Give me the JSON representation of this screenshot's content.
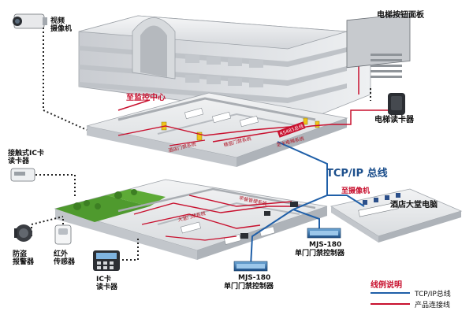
{
  "labels": {
    "video_camera": "视频\n摄像机",
    "monitor_center": "至监控中心",
    "elevator_panel": "电梯按钮面板",
    "elevator_reader": "电梯读卡器",
    "contact_ic_reader": "接触式IC卡\n读卡器",
    "alarm": "防盗\n报警器",
    "infrared": "红外\n传感器",
    "ic_reader": "IC卡\n读卡器",
    "tcpip_bus": "TCP/IP 总线",
    "to_camera": "至摄像机",
    "hotel_pc": "酒店大堂电脑",
    "mjs_left_model": "MJS-180",
    "mjs_left_name": "单门门禁控制器",
    "mjs_right_model": "MJS-180",
    "mjs_right_name": "单门门禁控制器",
    "hotel_door_system": "酒店门禁系统",
    "floor_door_system": "楼层门禁系统",
    "rs485": "RS485总线",
    "visible_door_system": "至卡电梯系统",
    "meal_system": "早餐管理系统",
    "lobby_door_system": "大堂门禁系统"
  },
  "legend": {
    "title": "线例说明",
    "items": [
      {
        "label": "TCP/IP总线",
        "color": "#1f5fa8"
      },
      {
        "label": "产品连接线",
        "color": "#c8102e"
      }
    ]
  },
  "colors": {
    "tcpip": "#1f5fa8",
    "product_line": "#c8102e",
    "dotted": "#222222",
    "grass": "#4f9a2e",
    "building": "#e9eaec"
  }
}
